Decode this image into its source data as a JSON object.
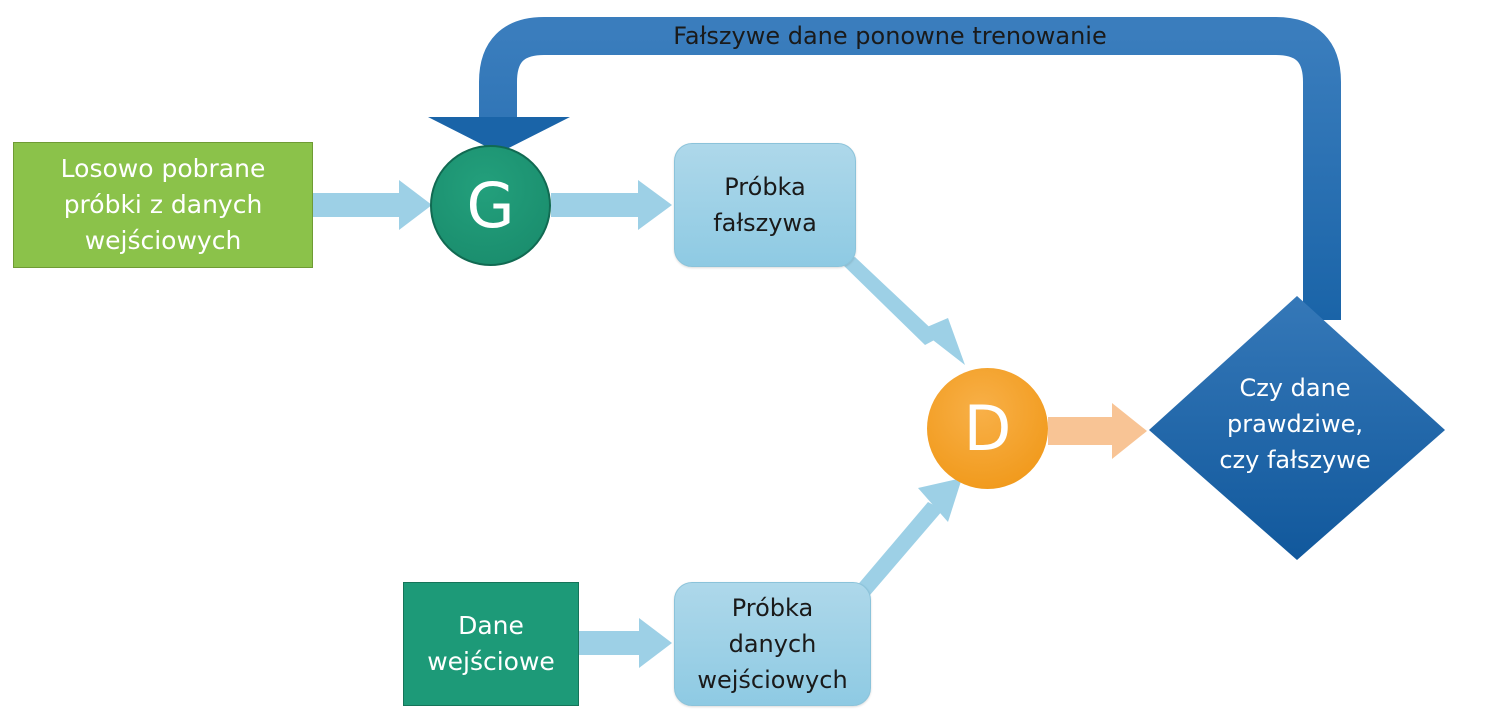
{
  "nodes": {
    "random_input": {
      "lines": [
        "Losowo pobrane",
        "próbki z danych",
        "wejściowych"
      ]
    },
    "generator": {
      "label": "G"
    },
    "fake_sample": {
      "lines": [
        "Próbka",
        "fałszywa"
      ]
    },
    "input_data": {
      "lines": [
        "Dane",
        "wejściowe"
      ]
    },
    "real_sample": {
      "lines": [
        "Próbka",
        "danych",
        "wejściowych"
      ]
    },
    "discriminator": {
      "label": "D"
    },
    "decision": {
      "lines": [
        "Czy dane",
        "prawdziwe,",
        "czy fałszywe"
      ]
    }
  },
  "feedback": {
    "label": "Fałszywe dane ponowne trenowanie"
  },
  "colors": {
    "arrow_light": "#9dd0e6",
    "arrow_orange": "#f8c495",
    "feedback_blue": "#2f6fb0",
    "diamond_blue": "#1f68ad",
    "random_box": "#8bc24a",
    "input_box": "#1d9a78",
    "generator": "#1a8f6e",
    "discriminator": "#f5a126"
  }
}
